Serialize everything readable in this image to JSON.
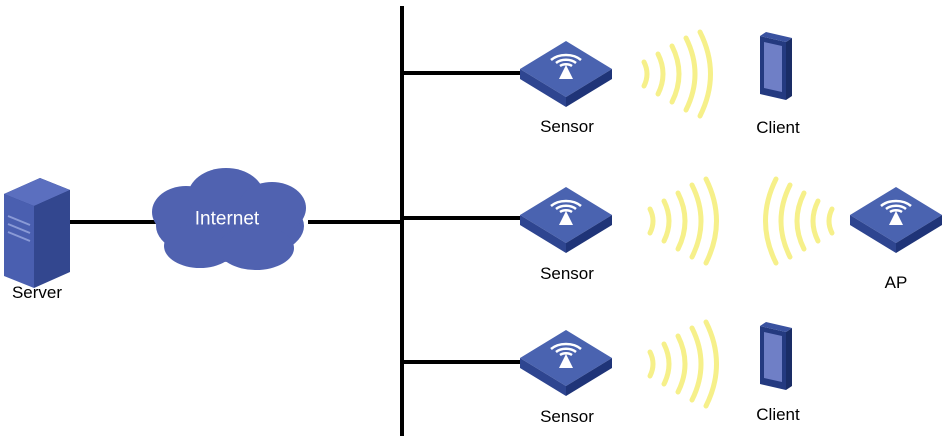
{
  "labels": {
    "server": "Server",
    "internet": "Internet",
    "sensor_1": "Sensor",
    "sensor_2": "Sensor",
    "sensor_3": "Sensor",
    "client_1": "Client",
    "client_2": "Client",
    "ap": "AP"
  },
  "colors": {
    "device_top": "#4a63b0",
    "device_side": "#243a80",
    "cloud": "#5062b0",
    "signal": "#f6f08a",
    "line": "#000000",
    "server_front": "#4a5fb0",
    "server_side": "#2b3d85"
  },
  "icons": {
    "server": "server-tower-icon",
    "cloud": "cloud-icon",
    "sensor": "wireless-sensor-icon",
    "ap": "access-point-icon",
    "client": "tablet-client-icon",
    "signal": "wireless-signal-icon"
  }
}
